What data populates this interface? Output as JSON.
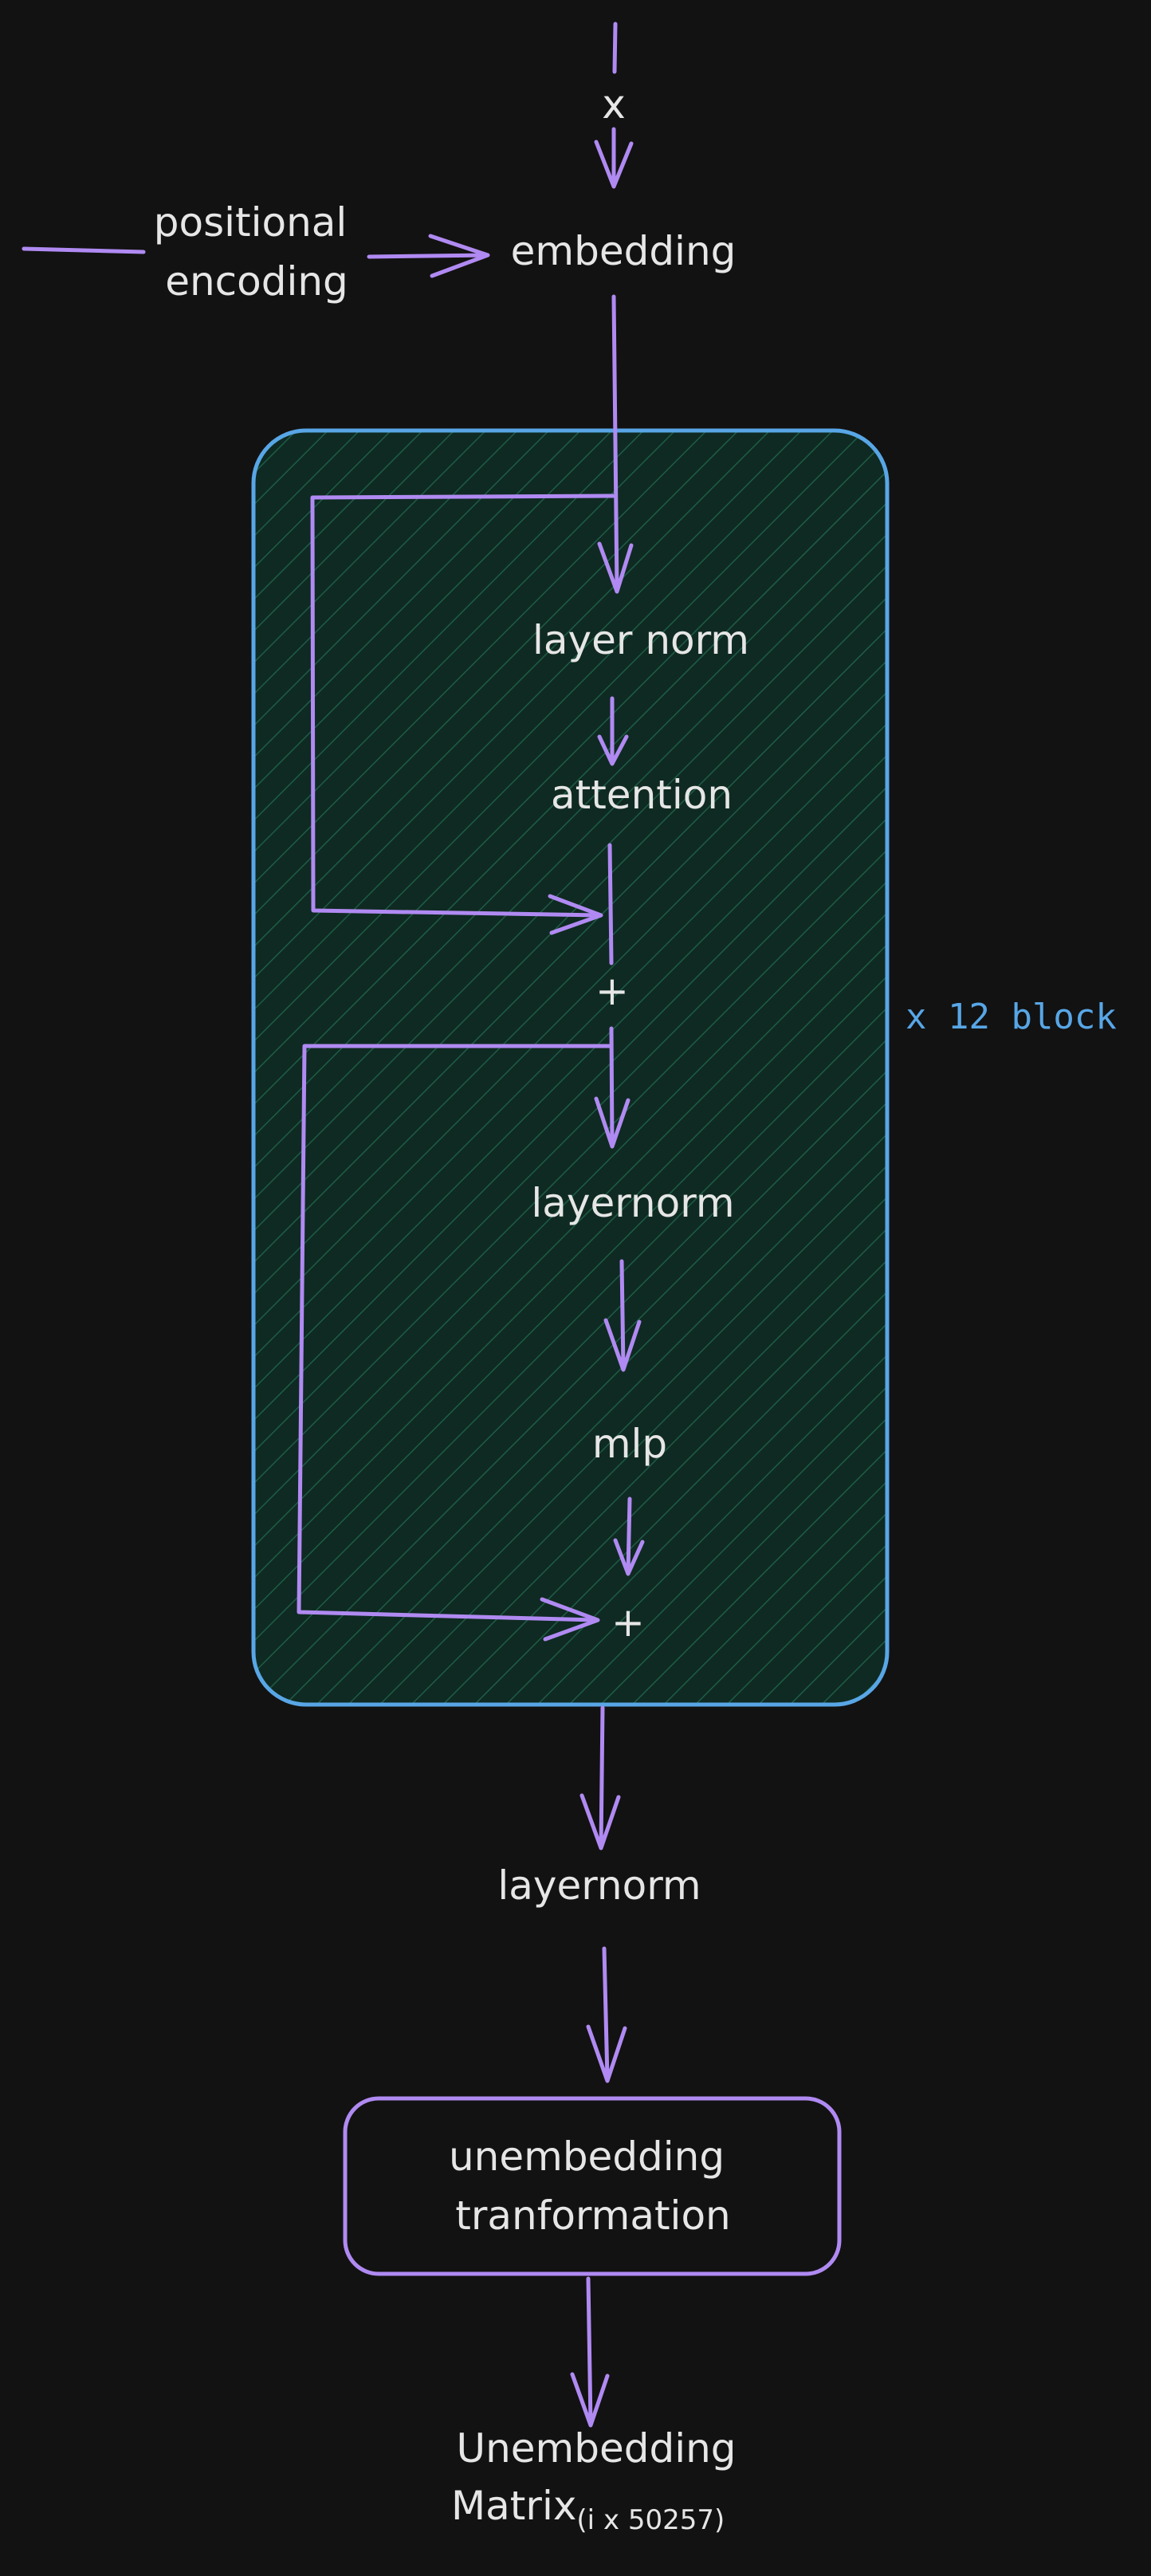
{
  "input": {
    "label": "x"
  },
  "positional_encoding": {
    "line1": "positional",
    "line2": "encoding"
  },
  "embedding": {
    "label": "embedding"
  },
  "block": {
    "repeat_label": "x 12 block",
    "layer_norm_1": "layer norm",
    "attention": "attention",
    "add_1": "+",
    "layer_norm_2": "layernorm",
    "mlp": "mlp",
    "add_2": "+"
  },
  "final_layernorm": {
    "label": "layernorm"
  },
  "unembedding": {
    "line1": "unembedding",
    "line2": "tranformation"
  },
  "output": {
    "line1": "Unembedding",
    "line2": "Matrix",
    "subscript": "(i x 50257)"
  },
  "colors": {
    "background": "#121212",
    "arrow": "#b08af2",
    "block_border": "#58a6e6",
    "block_hatch": "#1d5c46",
    "block_fill": "#0f2a22",
    "text": "#e6e6e6"
  }
}
